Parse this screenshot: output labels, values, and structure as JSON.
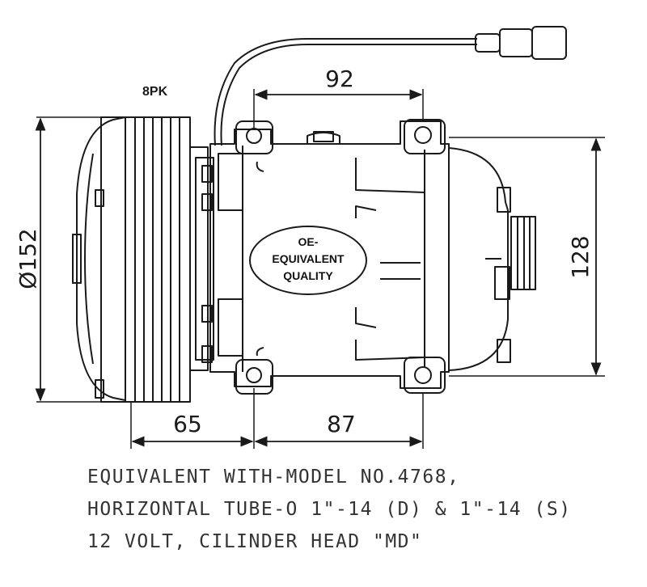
{
  "labels": {
    "belt": "8PK",
    "pulley_diameter": "Ø152",
    "dim_top": "92",
    "dim_right": "128",
    "dim_bottom_left": "65",
    "dim_bottom_right": "87"
  },
  "badge": {
    "line1": "OE-",
    "line2": "EQUIVALENT",
    "line3": "QUALITY"
  },
  "notes": [
    "EQUIVALENT WITH-MODEL NO.4768,",
    "HORIZONTAL TUBE-O 1\"-14 (D) & 1\"-14 (S)",
    "12 VOLT, CILINDER HEAD \"MD\""
  ],
  "colors": {
    "ink": "#1a1a1a",
    "paper": "#ffffff"
  }
}
